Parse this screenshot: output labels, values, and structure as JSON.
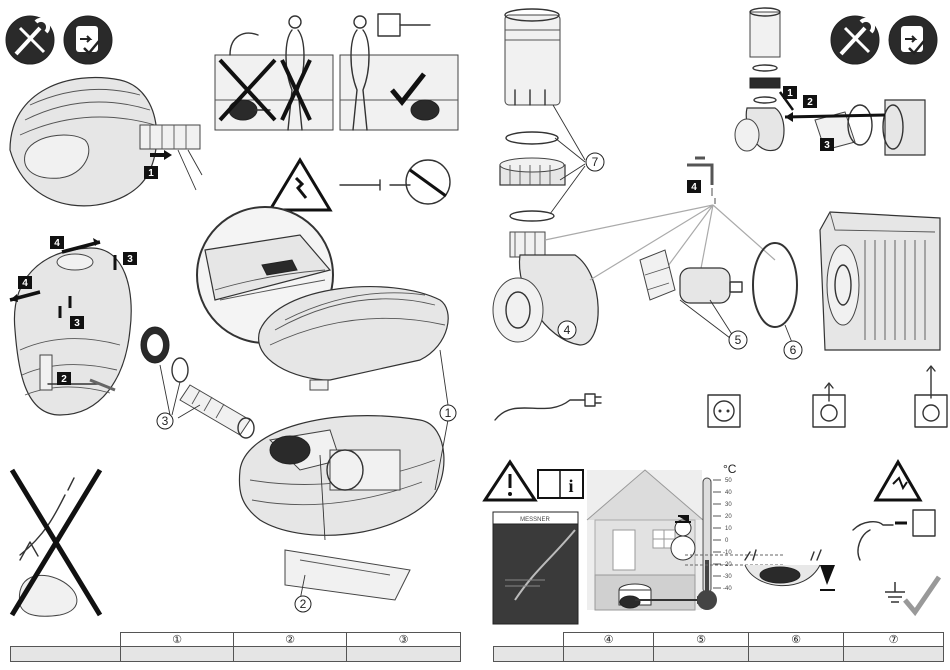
{
  "left_page": {
    "step_badges": [
      "1",
      "2",
      "3",
      "4"
    ],
    "callouts": [
      "1",
      "2",
      "3"
    ],
    "legend_headers": [
      "①",
      "②",
      "③"
    ]
  },
  "right_page": {
    "step_badges": [
      "1",
      "2",
      "3",
      "4"
    ],
    "callouts": [
      "4",
      "5",
      "6",
      "7"
    ],
    "legend_headers": [
      "④",
      "⑤",
      "⑥",
      "⑦"
    ],
    "thermometer": {
      "unit": "°C",
      "ticks": [
        "50",
        "40",
        "30",
        "20",
        "10",
        "0",
        "-10",
        "-20",
        "-30",
        "-40"
      ]
    },
    "brochure_logo": "MESSNER"
  },
  "colors": {
    "accent": "#222222",
    "legend_fill": "#e5e5e5",
    "check": "#999999"
  }
}
